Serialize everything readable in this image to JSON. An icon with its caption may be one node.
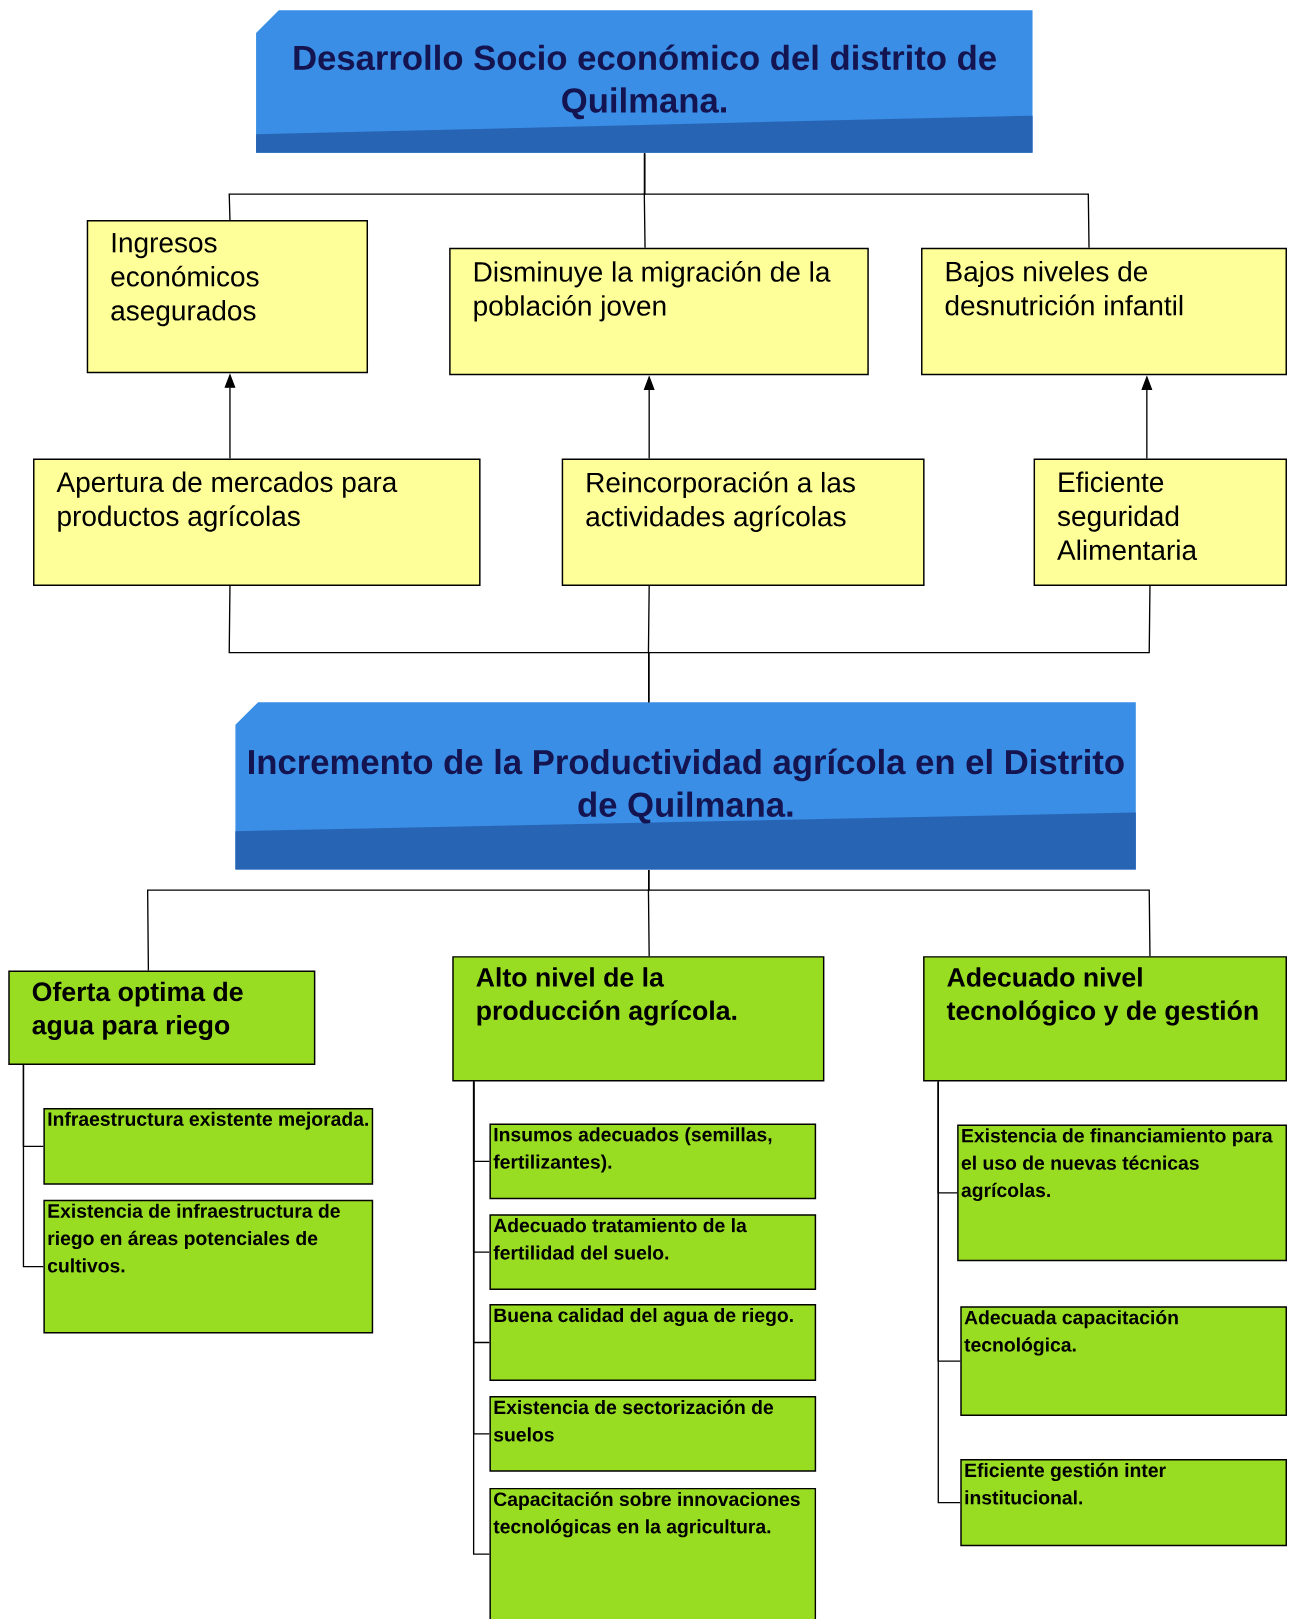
{
  "diagram": {
    "nodes": [
      {
        "text": [
          "Desarrollo Socio económico del distrito de Quilmana."
        ]
      },
      {
        "text": [
          "Ingresos económicos asegurados"
        ]
      },
      {
        "text": [
          "Disminuye la migración de la población joven"
        ]
      },
      {
        "text": [
          "Bajos niveles de desnutrición infantil"
        ]
      },
      {
        "text": [
          "Apertura de mercados para productos agrícolas"
        ]
      },
      {
        "text": [
          "Reincorporación a las actividades agrícolas"
        ]
      },
      {
        "text": [
          "Eficiente seguridad Alimentaria"
        ]
      },
      {
        "text": [
          "Incremento de la Productividad agrícola en el Distrito de Quilmana."
        ]
      },
      {
        "text": [
          "Oferta optima de agua para riego"
        ]
      },
      {
        "text": [
          "Infraestructura existente mejorada."
        ]
      },
      {
        "text": [
          "Existencia de infraestructura de riego en áreas potenciales de cultivos."
        ]
      },
      {
        "text": [
          "Alto nivel de la producción agrícola."
        ]
      },
      {
        "text": [
          "Insumos adecuados (semillas, fertilizantes)."
        ]
      },
      {
        "text": [
          "Adecuado tratamiento de la fertilidad del suelo."
        ]
      },
      {
        "text": [
          "Buena calidad del agua de riego."
        ]
      },
      {
        "text": [
          "Existencia de sectorización de suelos"
        ]
      },
      {
        "text": [
          "Capacitación sobre innovaciones tecnológicas en la agricultura."
        ]
      },
      {
        "text": [
          "Adecuado nivel tecnológico y de gestión"
        ]
      },
      {
        "text": [
          "Existencia de financiamiento para el uso de nuevas técnicas agrícolas."
        ]
      },
      {
        "text": [
          "Adecuada capacitación tecnológica."
        ]
      },
      {
        "text": [
          "Eficiente gestión inter institucional."
        ]
      }
    ],
    "edges": [
      {
        "from": 0,
        "to": 1,
        "arrow": "none"
      },
      {
        "from": 0,
        "to": 2,
        "arrow": "none"
      },
      {
        "from": 0,
        "to": 3,
        "arrow": "none"
      },
      {
        "from": 4,
        "to": 1,
        "arrow": "to"
      },
      {
        "from": 5,
        "to": 2,
        "arrow": "to"
      },
      {
        "from": 6,
        "to": 3,
        "arrow": "to"
      },
      {
        "from": 7,
        "to": 4,
        "arrow": "none"
      },
      {
        "from": 7,
        "to": 5,
        "arrow": "none"
      },
      {
        "from": 7,
        "to": 6,
        "arrow": "none"
      },
      {
        "from": 7,
        "to": 8,
        "arrow": "none"
      },
      {
        "from": 7,
        "to": 11,
        "arrow": "none"
      },
      {
        "from": 7,
        "to": 17,
        "arrow": "none"
      },
      {
        "from": 8,
        "to": 9,
        "arrow": "none"
      },
      {
        "from": 8,
        "to": 10,
        "arrow": "none"
      },
      {
        "from": 11,
        "to": 12,
        "arrow": "none"
      },
      {
        "from": 11,
        "to": 13,
        "arrow": "none"
      },
      {
        "from": 11,
        "to": 14,
        "arrow": "none"
      },
      {
        "from": 11,
        "to": 15,
        "arrow": "none"
      },
      {
        "from": 11,
        "to": 16,
        "arrow": "none"
      },
      {
        "from": 17,
        "to": 18,
        "arrow": "none"
      },
      {
        "from": 17,
        "to": 19,
        "arrow": "none"
      },
      {
        "from": 17,
        "to": 20,
        "arrow": "none"
      }
    ]
  }
}
